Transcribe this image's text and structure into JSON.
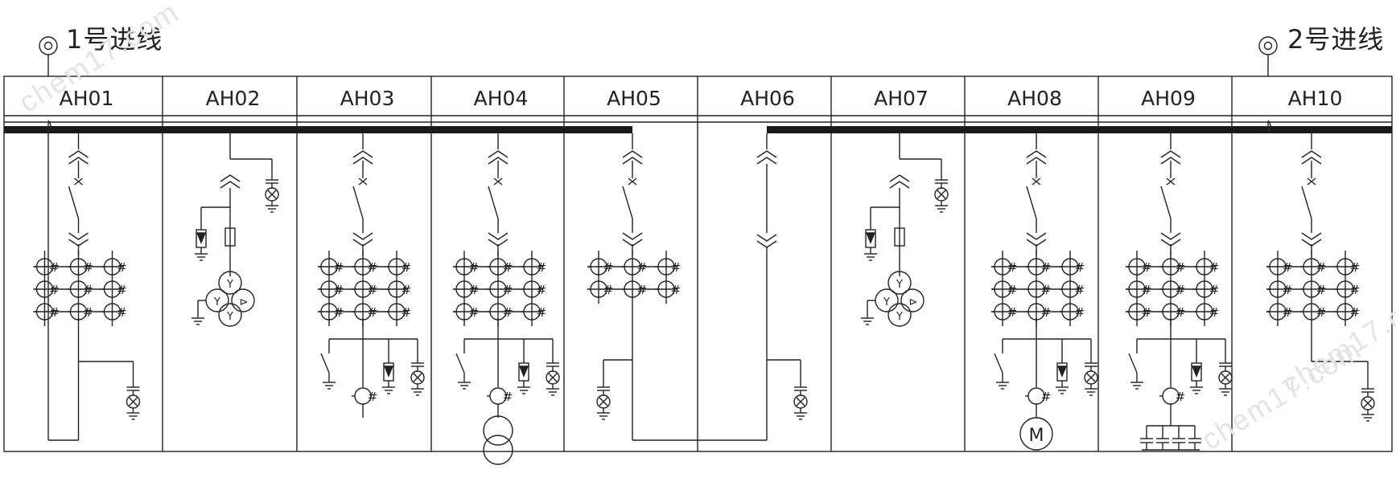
{
  "incoming": [
    {
      "label": "1号进线"
    },
    {
      "label": "2号进线"
    }
  ],
  "panels": [
    {
      "id": "AH01",
      "type": "incoming-breaker"
    },
    {
      "id": "AH02",
      "type": "pt-arrester"
    },
    {
      "id": "AH03",
      "type": "feeder-cable"
    },
    {
      "id": "AH04",
      "type": "feeder-transformer"
    },
    {
      "id": "AH05",
      "type": "bus-tie-breaker"
    },
    {
      "id": "AH06",
      "type": "bus-tie-isolator"
    },
    {
      "id": "AH07",
      "type": "pt-arrester"
    },
    {
      "id": "AH08",
      "type": "feeder-motor"
    },
    {
      "id": "AH09",
      "type": "feeder-capacitor"
    },
    {
      "id": "AH10",
      "type": "incoming-breaker"
    }
  ],
  "symbols": {
    "ct_mark": "#",
    "motor_mark": "M"
  },
  "watermark": "chem17.com",
  "colors": {
    "line": "#222222",
    "busbar": "#1a1a1a",
    "watermark": "#e4e4e4"
  }
}
